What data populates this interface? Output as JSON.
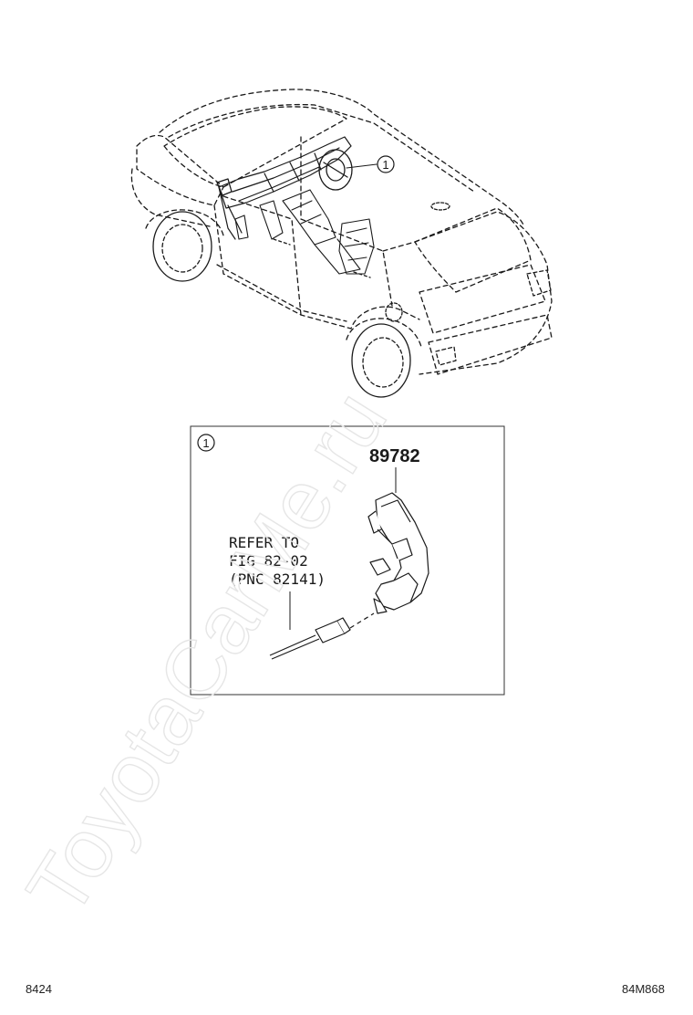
{
  "callout_marker": "1",
  "detail": {
    "panel_marker": "1",
    "part_number": "89782",
    "reference_lines": [
      "REFER TO",
      "FIG 82-02",
      "(PNC 82141)"
    ]
  },
  "watermark": "ToyotaCarMe.ru",
  "footer": {
    "left_code": "8424",
    "right_code": "84M868"
  }
}
